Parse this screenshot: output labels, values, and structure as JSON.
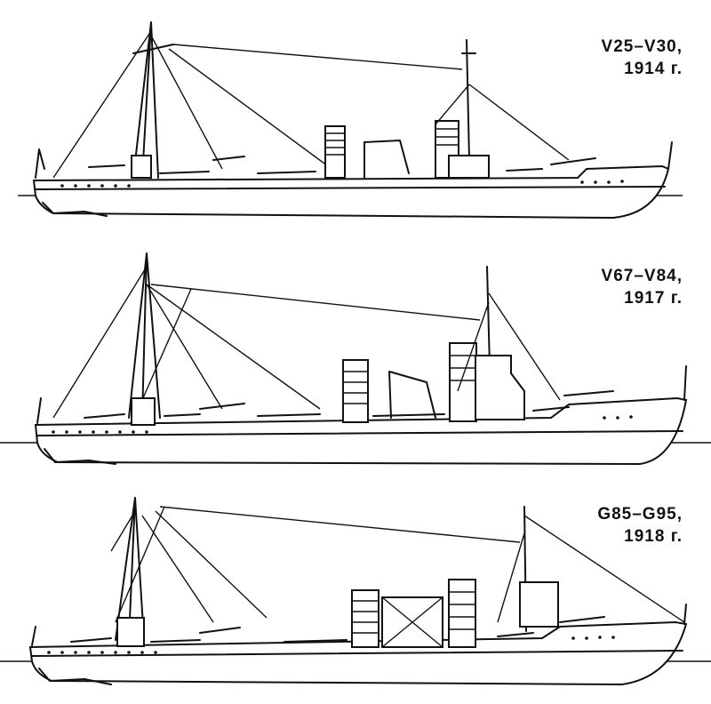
{
  "ships": [
    {
      "name": "V25–V30,",
      "year": "1914 г."
    },
    {
      "name": "V67–V84,",
      "year": "1917 г."
    },
    {
      "name": "G85–G95,",
      "year": "1918 г."
    }
  ],
  "colors": {
    "ink": "#111111",
    "background": "#ffffff"
  }
}
